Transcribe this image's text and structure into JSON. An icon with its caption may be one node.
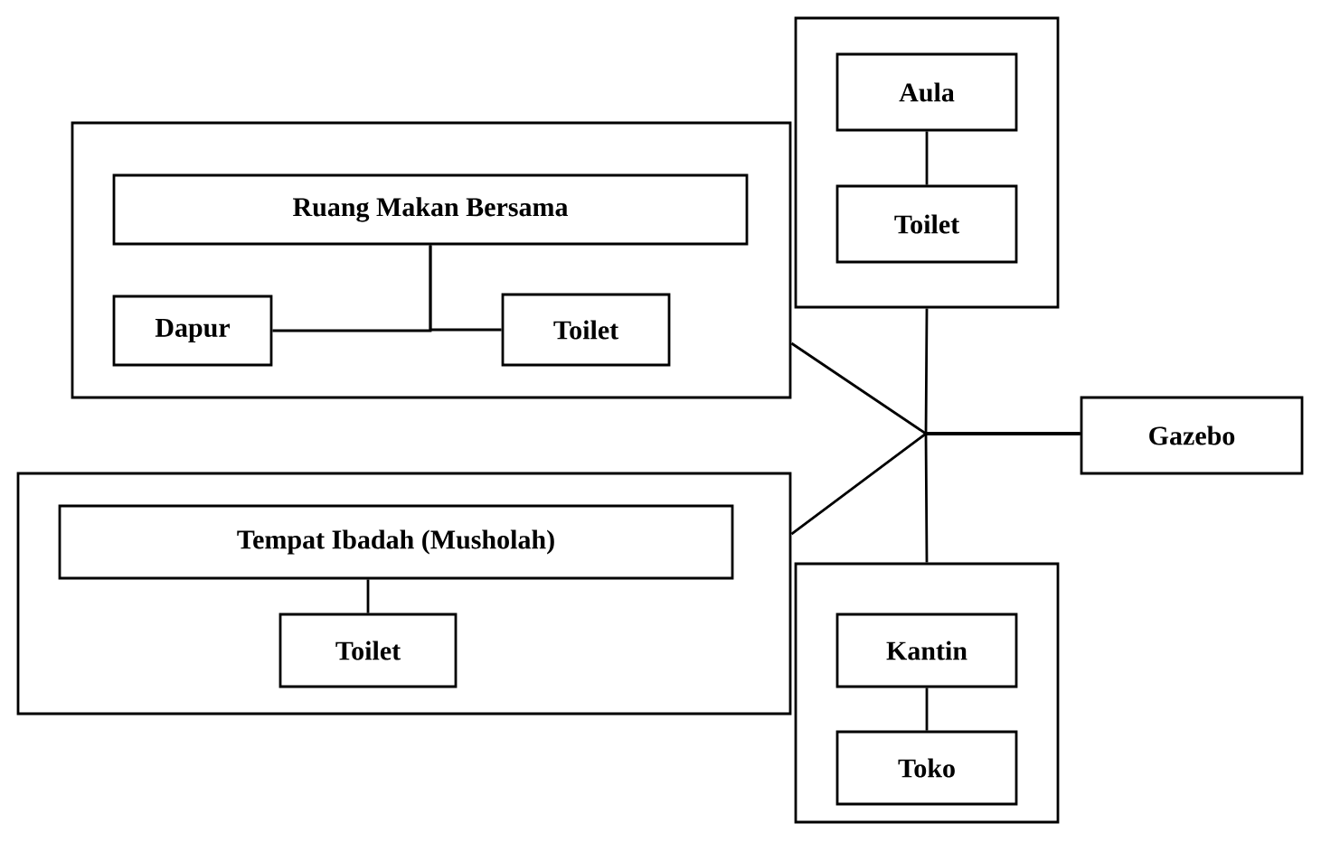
{
  "diagram": {
    "nodes": [
      {
        "text": [],
        "shape": "box"
      },
      {
        "text": [
          "Ruang Makan Bersama"
        ],
        "in": 0
      },
      {
        "text": [
          "Dapur"
        ],
        "in": 0
      },
      {
        "text": [
          "Toilet"
        ],
        "in": 0
      },
      {
        "text": [],
        "shape": "box"
      },
      {
        "text": [
          "Tempat Ibadah (Musholah)"
        ],
        "in": 4
      },
      {
        "text": [
          "Toilet"
        ],
        "in": 4
      },
      {
        "text": [],
        "shape": "box"
      },
      {
        "text": [
          "Aula"
        ],
        "in": 7
      },
      {
        "text": [
          "Toilet"
        ],
        "in": 7
      },
      {
        "text": [
          "Gazebo"
        ]
      },
      {
        "text": [],
        "shape": "box"
      },
      {
        "text": [
          "Kantin"
        ],
        "in": 11
      },
      {
        "text": [
          "Toko"
        ],
        "in": 11
      }
    ],
    "edges": [
      {
        "from": 1,
        "to": 2,
        "arrow": "none"
      },
      {
        "from": 1,
        "to": 3,
        "arrow": "none"
      },
      {
        "from": 5,
        "to": 6,
        "arrow": "none"
      },
      {
        "from": 8,
        "to": 9,
        "arrow": "none"
      },
      {
        "from": 12,
        "to": 13,
        "arrow": "none"
      },
      {
        "from": 0,
        "to": 10,
        "arrow": "none"
      },
      {
        "from": 4,
        "to": 10,
        "arrow": "none"
      },
      {
        "from": 7,
        "to": 10,
        "arrow": "none"
      },
      {
        "from": 11,
        "to": 10,
        "arrow": "none"
      }
    ]
  }
}
